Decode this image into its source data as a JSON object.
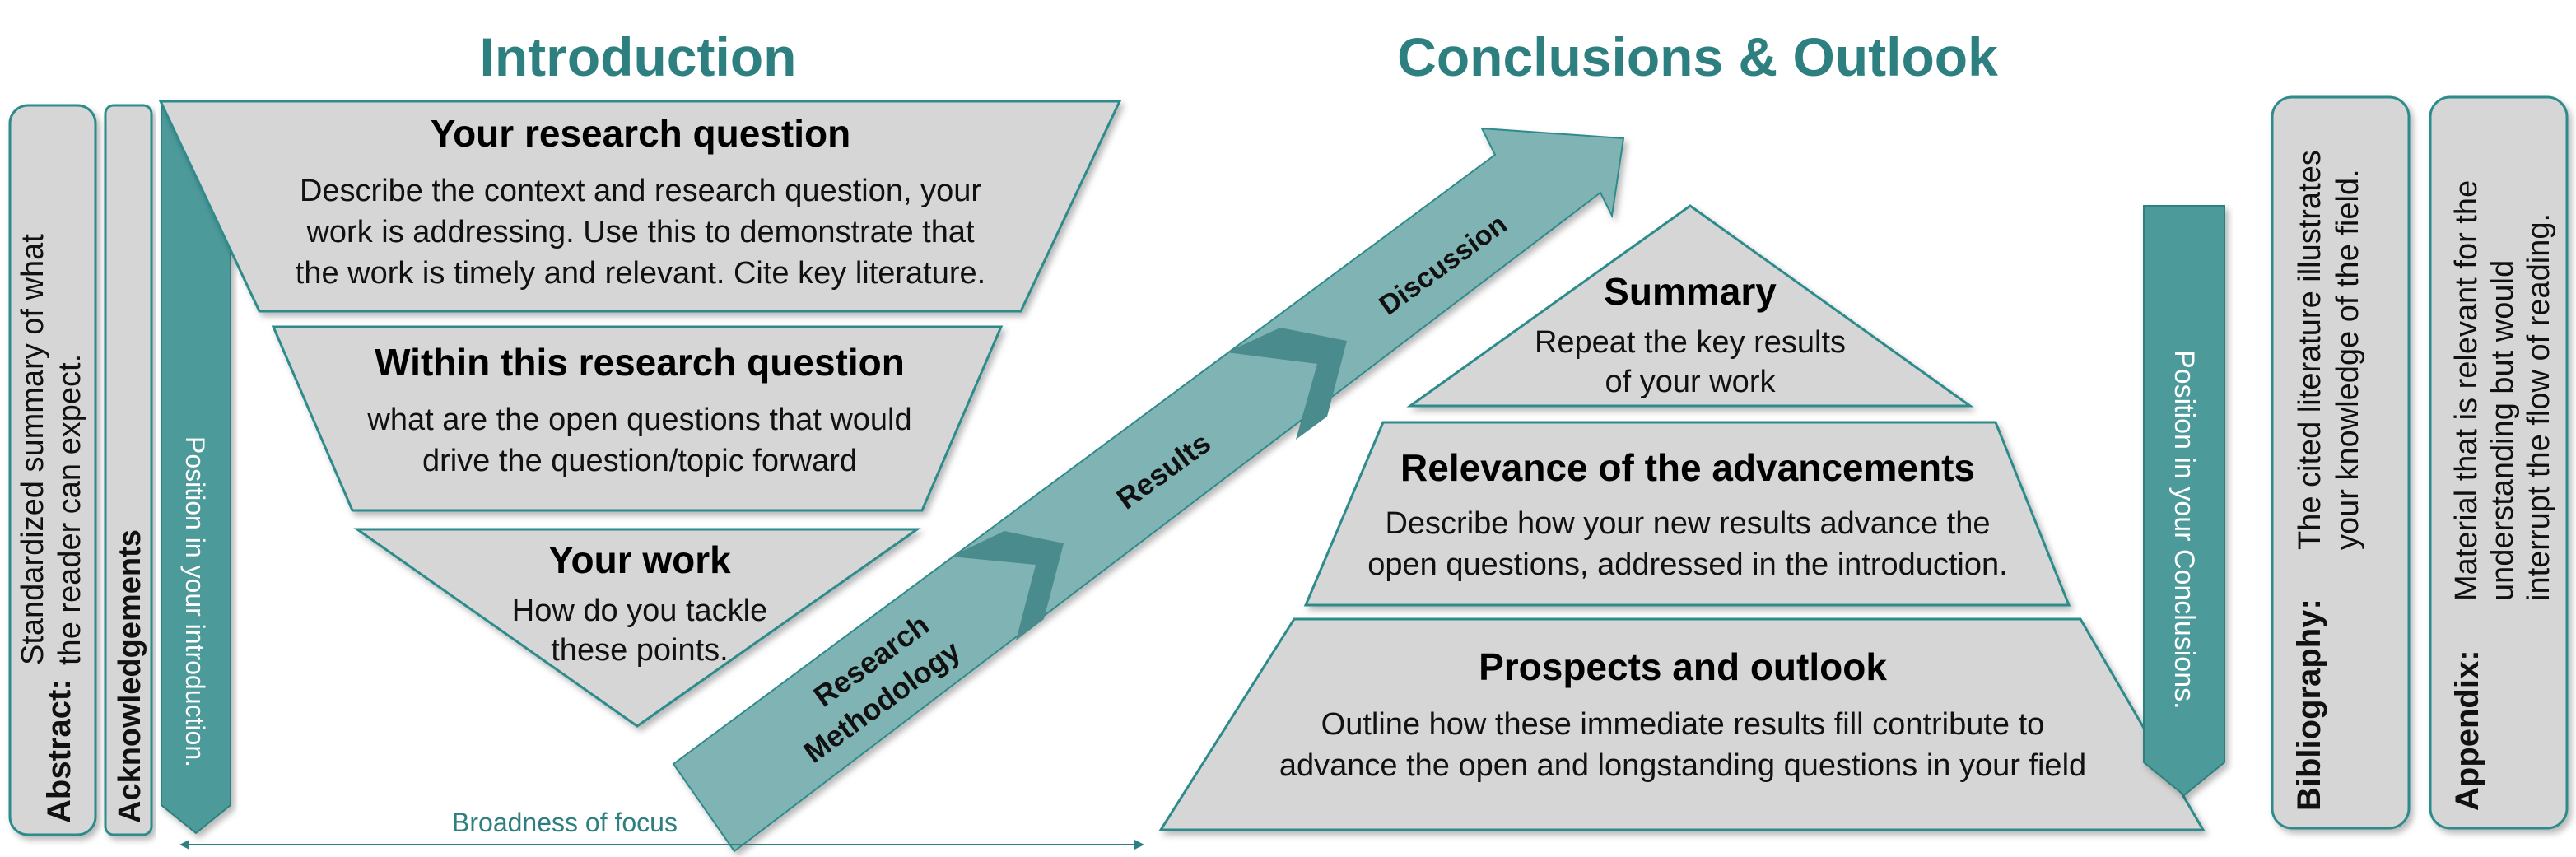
{
  "colors": {
    "teal_title": "#2e7f80",
    "teal_arrow": "#4e9a9b",
    "teal_diag": "#80b3b4",
    "teal_dark": "#4a8c8e",
    "shape_fill": "#d6d6d6",
    "shape_stroke": "#2e8b8c"
  },
  "titles": {
    "introduction": "Introduction",
    "conclusions": "Conclusions & Outlook"
  },
  "abstract": {
    "label": "Abstract:",
    "line1": "Standardized summary of what",
    "line2": "the reader can expect."
  },
  "acknowledgements": {
    "label": "Acknowledgements"
  },
  "intro_arrow": {
    "text": "Position in your introduction."
  },
  "conclusions_arrow": {
    "text": "Position in your Conclusions."
  },
  "intro_funnel": {
    "research_question": {
      "heading": "Your research question",
      "line1": "Describe the context and research question, your",
      "line2": "work is addressing. Use this to demonstrate that",
      "line3": "the work is timely and relevant. Cite key literature."
    },
    "within_question": {
      "heading": "Within this research question",
      "line1": "what are the open questions that would",
      "line2": "drive the question/topic forward"
    },
    "your_work": {
      "heading": "Your work",
      "line1": "How do you tackle",
      "line2": "these points."
    }
  },
  "body_arrow": {
    "methodology_line1": "Research",
    "methodology_line2": "Methodology",
    "results": "Results",
    "discussion": "Discussion"
  },
  "conclusion_pyramid": {
    "summary": {
      "heading": "Summary",
      "line1": "Repeat the key results",
      "line2": "of your work"
    },
    "relevance": {
      "heading": "Relevance of the advancements",
      "line1": "Describe how your new results advance the",
      "line2": "open questions, addressed in the introduction."
    },
    "prospects": {
      "heading": "Prospects and outlook",
      "line1": "Outline how these immediate results fill contribute to",
      "line2": "advance the open and longstanding questions in your field"
    }
  },
  "bibliography": {
    "label": "Bibliography:",
    "line1": "The cited literature illustrates",
    "line2": "your knowledge of the field."
  },
  "appendix": {
    "label": "Appendix:",
    "line1": "Material that is relevant for the",
    "line2": "understanding but would",
    "line3": "interrupt the flow of reading."
  },
  "axis": {
    "label": "Broadness of focus"
  }
}
